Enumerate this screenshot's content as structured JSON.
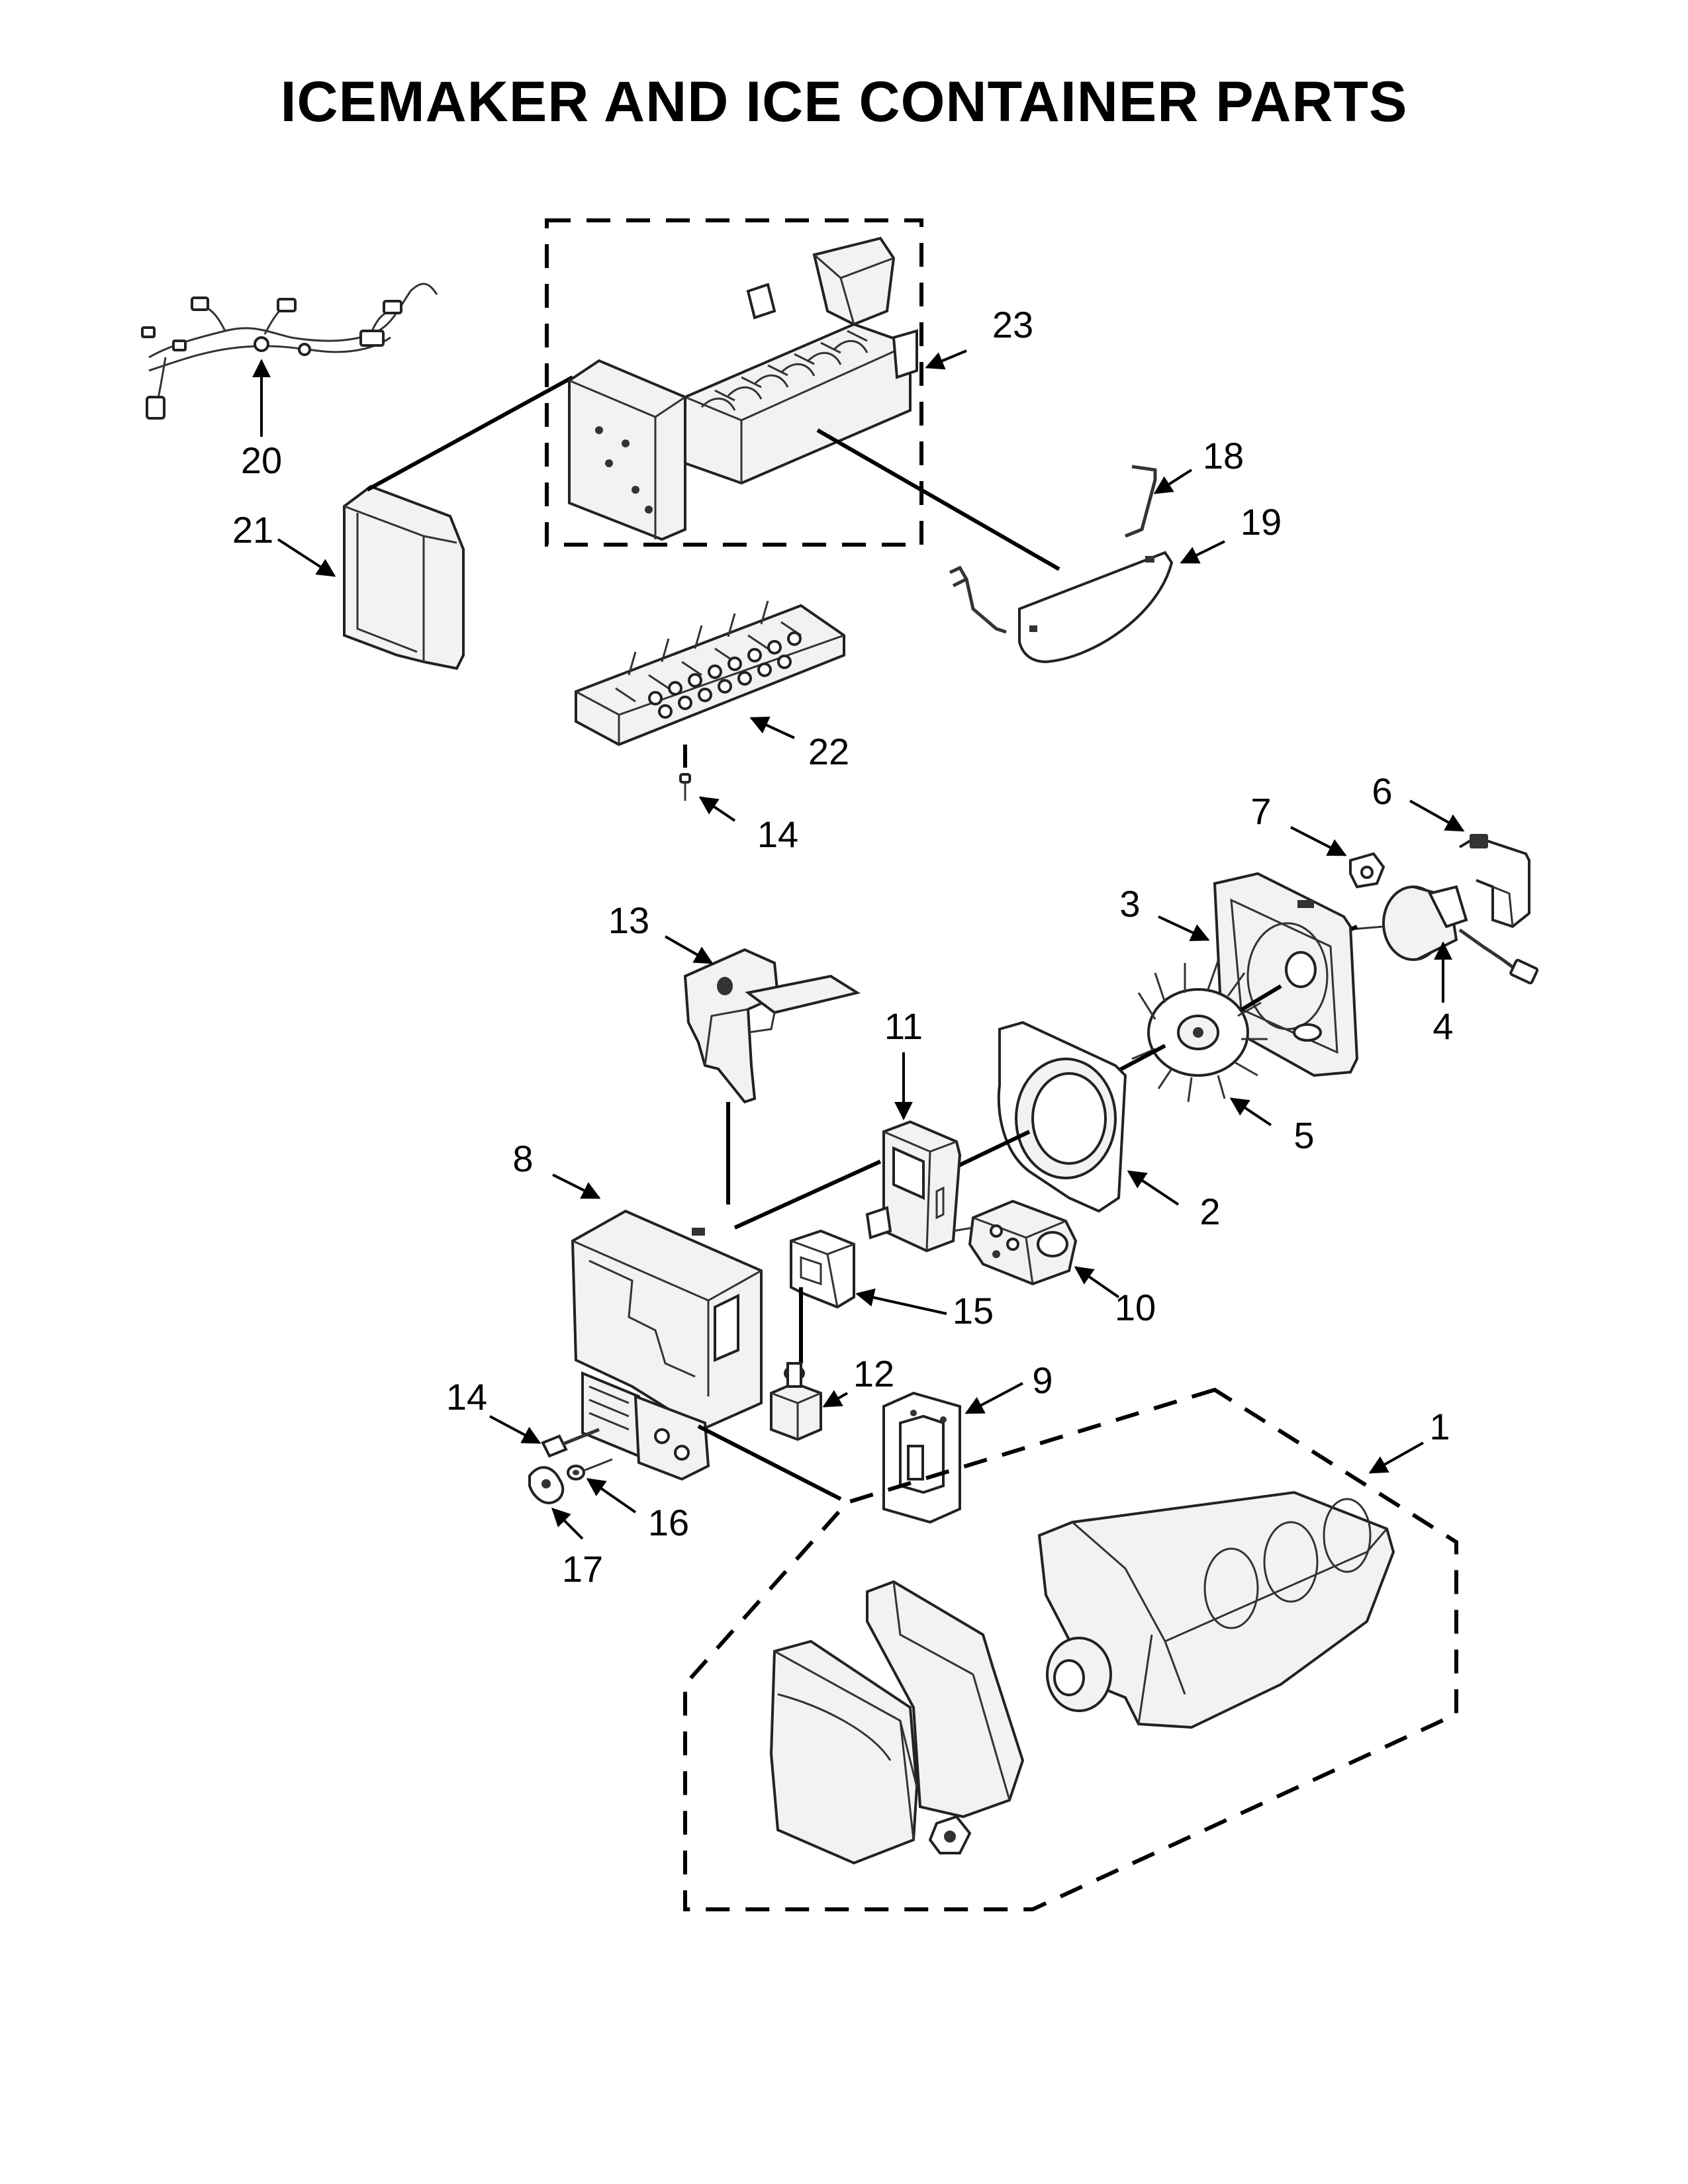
{
  "title": "ICEMAKER AND ICE CONTAINER PARTS",
  "callouts": {
    "c1": "1",
    "c2": "2",
    "c3": "3",
    "c4": "4",
    "c5": "5",
    "c6": "6",
    "c7": "7",
    "c8": "8",
    "c9": "9",
    "c10": "10",
    "c11": "11",
    "c12": "12",
    "c13": "13",
    "c14a": "14",
    "c14b": "14",
    "c15": "15",
    "c16": "16",
    "c17": "17",
    "c18": "18",
    "c19": "19",
    "c20": "20",
    "c21": "21",
    "c22": "22",
    "c23": "23"
  },
  "colors": {
    "ink": "#000000",
    "part_fill": "#f2f2f2",
    "part_stroke": "#222222",
    "background": "#ffffff"
  }
}
